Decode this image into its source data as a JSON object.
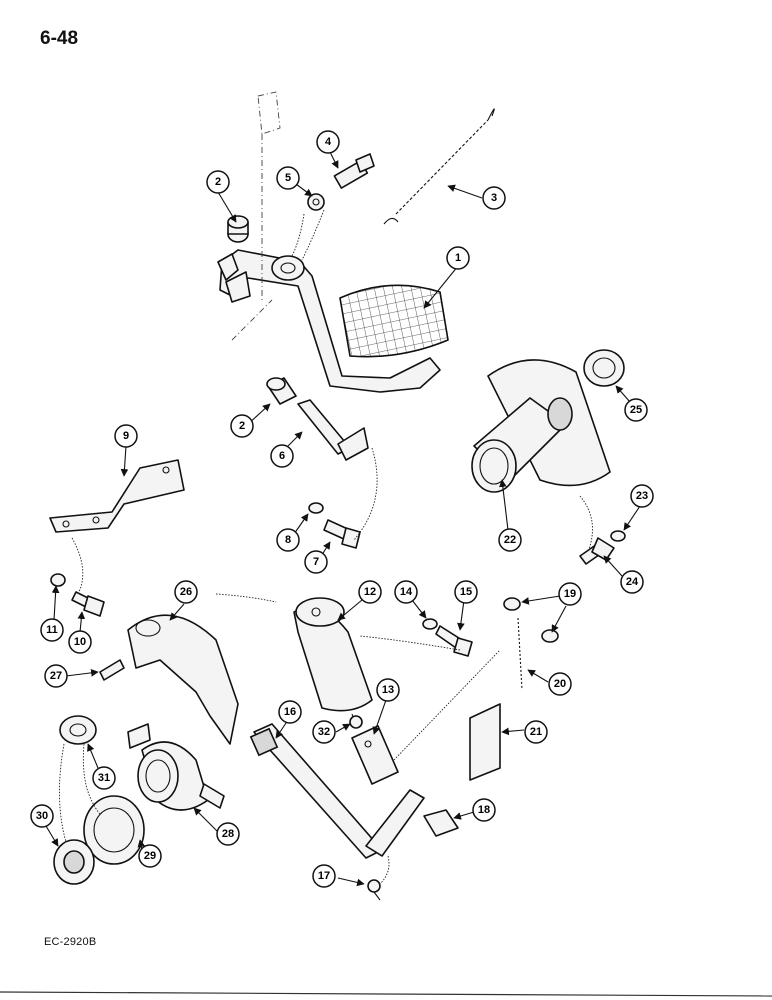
{
  "page": {
    "page_number": "6-48",
    "drawing_code": "EC-2920B"
  },
  "callouts": [
    "1",
    "2",
    "3",
    "4",
    "5",
    "6",
    "7",
    "8",
    "9",
    "10",
    "11",
    "12",
    "13",
    "14",
    "15",
    "16",
    "17",
    "18",
    "19",
    "20",
    "21",
    "22",
    "23",
    "24",
    "25",
    "26",
    "27",
    "28",
    "29",
    "30",
    "31",
    "32"
  ]
}
